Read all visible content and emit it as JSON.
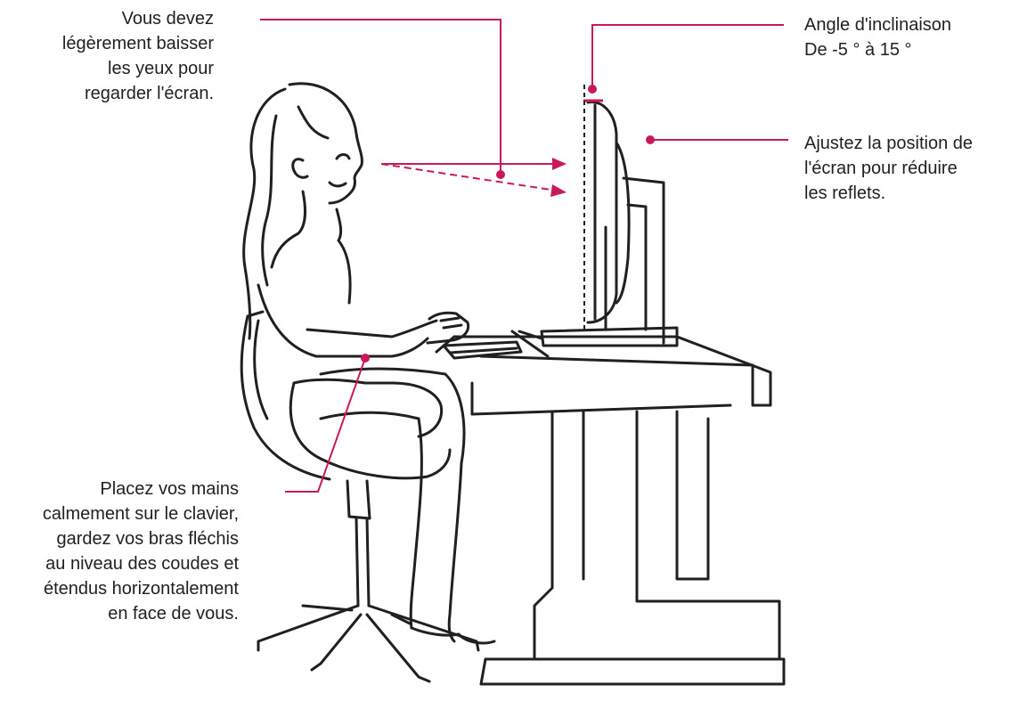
{
  "annotations": {
    "eyes": {
      "lines": [
        "Vous devez",
        "légèrement baisser",
        "les yeux pour",
        "regarder l'écran."
      ]
    },
    "hands": {
      "lines": [
        "Placez vos mains",
        "calmement sur le clavier,",
        "gardez vos bras fléchis",
        "au niveau des coudes et",
        "étendus horizontalement",
        "en face de vous."
      ]
    },
    "tilt": {
      "lines": [
        "Angle d'inclinaison",
        "De -5 ° à 15 °"
      ]
    },
    "glare": {
      "lines": [
        "Ajustez la position de",
        "l'écran pour réduire",
        "les reflets."
      ]
    }
  },
  "colors": {
    "callout": "#c8195a",
    "ink": "#231f20"
  }
}
